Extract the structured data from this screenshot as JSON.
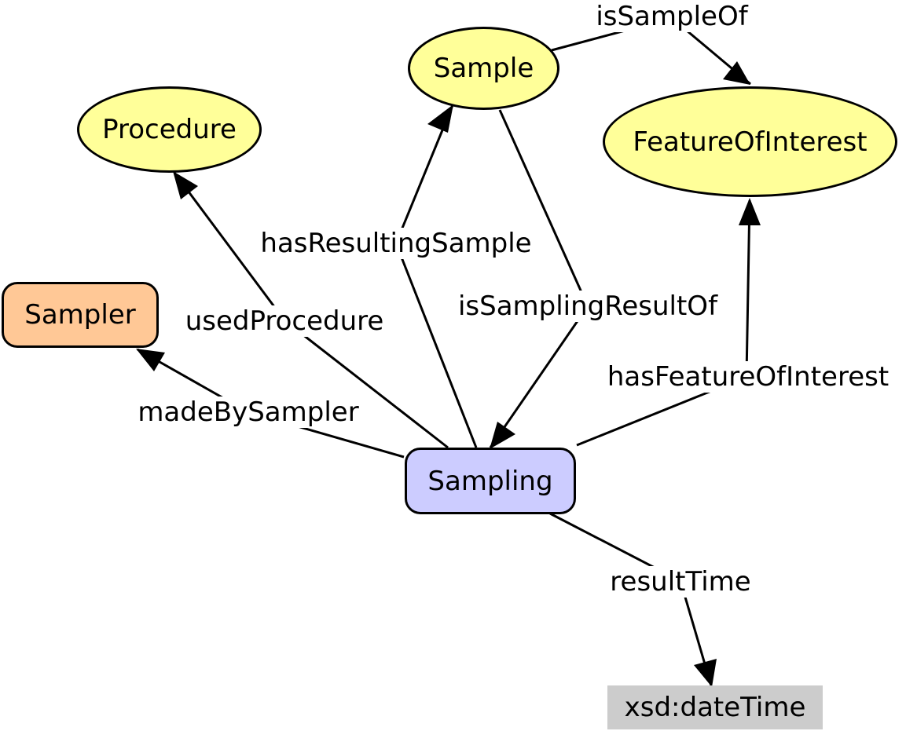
{
  "nodes": {
    "sample": "Sample",
    "procedure": "Procedure",
    "feature_of_interest": "FeatureOfInterest",
    "sampler": "Sampler",
    "sampling": "Sampling",
    "datetime": "xsd:dateTime"
  },
  "edges": {
    "is_sample_of": "isSampleOf",
    "has_resulting_sample": "hasResultingSample",
    "used_procedure": "usedProcedure",
    "is_sampling_result_of": "isSamplingResultOf",
    "has_feature_of_interest": "hasFeatureOfInterest",
    "made_by_sampler": "madeBySampler",
    "result_time": "resultTime"
  },
  "colors": {
    "class_fill": "#ffff99",
    "sampler_fill": "#ffc896",
    "sampling_fill": "#ccccff",
    "literal_fill": "#cccccc"
  }
}
